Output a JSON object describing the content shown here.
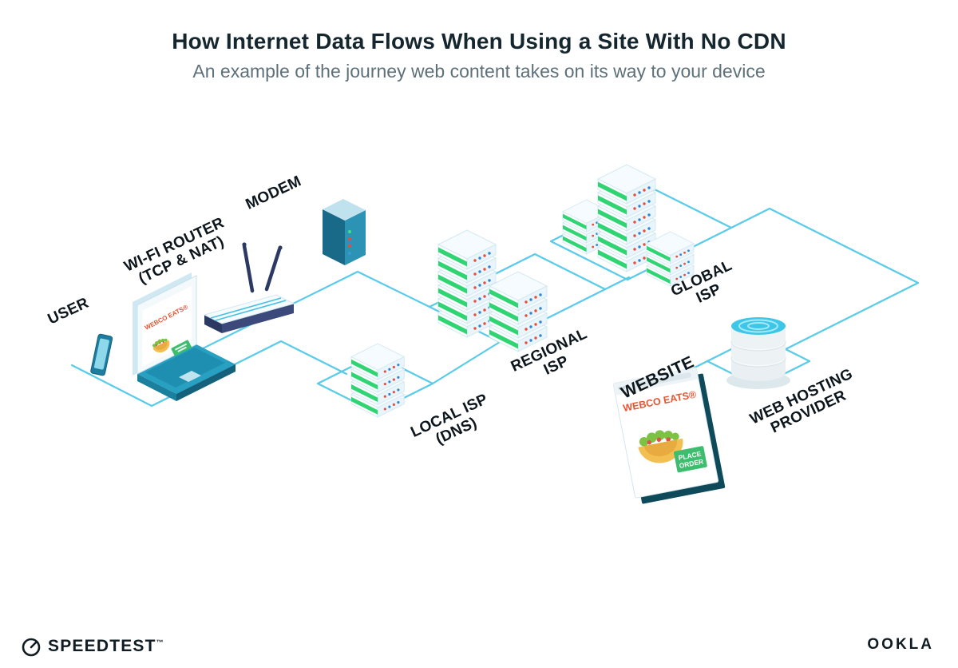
{
  "header": {
    "title": "How Internet Data Flows When Using a Site With No CDN",
    "subtitle": "An example of the journey web content takes on its way to your device"
  },
  "nodes": {
    "user": {
      "label": "USER"
    },
    "wifi_router": {
      "label_line1": "WI-FI ROUTER",
      "label_line2": "(TCP & NAT)"
    },
    "modem": {
      "label": "MODEM"
    },
    "local_isp": {
      "label_line1": "LOCAL ISP",
      "label_line2": "(DNS)"
    },
    "regional_isp": {
      "label_line1": "REGIONAL",
      "label_line2": "ISP"
    },
    "global_isp": {
      "label_line1": "GLOBAL",
      "label_line2": "ISP"
    },
    "website": {
      "label": "WEBSITE"
    },
    "web_hosting": {
      "label_line1": "WEB HOSTING",
      "label_line2": "PROVIDER"
    }
  },
  "laptop_screen": {
    "brand": "WEBCO EATS®"
  },
  "website_window": {
    "brand": "WEBCO EATS®",
    "button_line1": "PLACE",
    "button_line2": "ORDER"
  },
  "footer": {
    "speedtest": "SPEEDTEST",
    "speedtest_mark": "™",
    "ookla": "OOKLA"
  },
  "colors": {
    "connector_line": "#58cbe9",
    "server_green": "#2fd573",
    "brand_orange": "#e8542f",
    "button_green": "#3dbd6d",
    "device_teal": "#1e7fa0",
    "ink": "#101c22"
  }
}
